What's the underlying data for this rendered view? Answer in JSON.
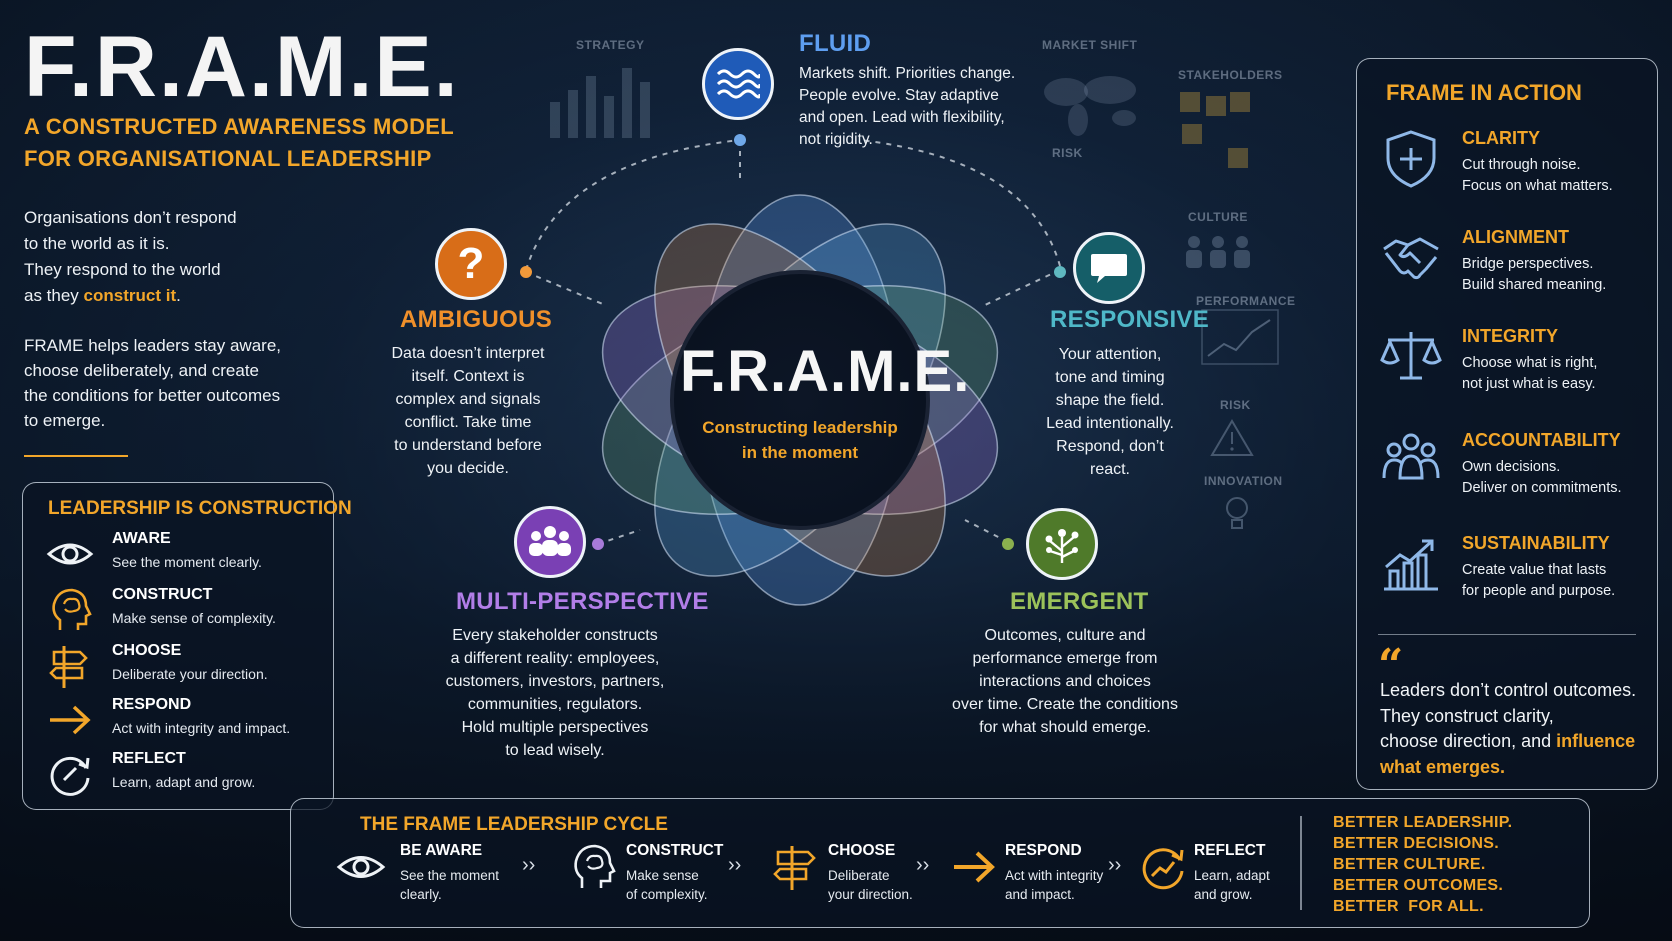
{
  "header": {
    "title": "F.R.A.M.E.",
    "subtitle_line1": "A CONSTRUCTED AWARENESS MODEL",
    "subtitle_line2": "FOR ORGANISATIONAL LEADERSHIP"
  },
  "intro": {
    "line1": "Organisations don’t respond",
    "line2": "to the world as it is.",
    "line3": "They respond to the world",
    "line4_pre": "as they ",
    "line4_highlight": "construct it",
    "line4_post": ".",
    "para2_line1": "FRAME helps leaders stay aware,",
    "para2_line2": "choose deliberately, and create",
    "para2_line3": "the conditions for better outcomes",
    "para2_line4": "to emerge."
  },
  "construction_panel": {
    "title": "LEADERSHIP IS CONSTRUCTION",
    "items": [
      {
        "name": "AWARE",
        "desc": "See the moment clearly.",
        "icon": "eye-icon"
      },
      {
        "name": "CONSTRUCT",
        "desc": "Make sense of complexity.",
        "icon": "brain-head-icon"
      },
      {
        "name": "CHOOSE",
        "desc": "Deliberate your direction.",
        "icon": "signpost-icon"
      },
      {
        "name": "RESPOND",
        "desc": "Act with integrity and impact.",
        "icon": "arrow-right-icon"
      },
      {
        "name": "REFLECT",
        "desc": "Learn, adapt and grow.",
        "icon": "cycle-icon"
      }
    ]
  },
  "background_labels": {
    "strategy": "STRATEGY",
    "market_shift": "MARKET SHIFT",
    "stakeholders": "STAKEHOLDERS",
    "risk1": "RISK",
    "culture": "CULTURE",
    "performance": "PERFORMANCE",
    "risk2": "RISK",
    "innovation": "INNOVATION"
  },
  "center": {
    "title": "F.R.A.M.E.",
    "sub_line1": "Constructing leadership",
    "sub_line2": "in the moment"
  },
  "nodes": {
    "fluid": {
      "title": "FLUID",
      "color": "#2f6fd0",
      "icon": "waves-icon",
      "lines": [
        "Markets shift. Priorities change.",
        "People evolve. Stay adaptive",
        "and open. Lead with flexibility,",
        "not rigidity."
      ]
    },
    "ambiguous": {
      "title": "AMBIGUOUS",
      "color": "#e07a1e",
      "icon": "question-icon",
      "lines": [
        "Data doesn’t interpret",
        "itself. Context is",
        "complex and signals",
        "conflict. Take time",
        "to understand before",
        "you decide."
      ]
    },
    "responsive": {
      "title": "RESPONSIVE",
      "color": "#1e6f7a",
      "icon": "speech-bubble-icon",
      "lines": [
        "Your attention,",
        "tone and timing",
        "shape the field.",
        "Lead intentionally.",
        "Respond, don’t",
        "react."
      ]
    },
    "multi": {
      "title": "MULTI-PERSPECTIVE",
      "color": "#8a4fc0",
      "icon": "people-group-icon",
      "lines": [
        "Every stakeholder constructs",
        "a different reality: employees,",
        "customers, investors, partners,",
        "communities, regulators.",
        "Hold multiple perspectives",
        "to lead wisely."
      ]
    },
    "emergent": {
      "title": "EMERGENT",
      "color": "#5f8a36",
      "icon": "tree-icon",
      "lines": [
        "Outcomes, culture and",
        "performance emerge from",
        "interactions and choices",
        "over time. Create the conditions",
        "for what should emerge."
      ]
    }
  },
  "frame_in_action": {
    "title": "FRAME IN ACTION",
    "items": [
      {
        "name": "CLARITY",
        "desc1": "Cut through noise.",
        "desc2": "Focus on what matters.",
        "icon": "shield-icon"
      },
      {
        "name": "ALIGNMENT",
        "desc1": "Bridge perspectives.",
        "desc2": "Build shared meaning.",
        "icon": "handshake-icon"
      },
      {
        "name": "INTEGRITY",
        "desc1": "Choose what is right,",
        "desc2": "not just what is easy.",
        "icon": "scales-icon"
      },
      {
        "name": "ACCOUNTABILITY",
        "desc1": "Own decisions.",
        "desc2": "Deliver on commitments.",
        "icon": "team-icon"
      },
      {
        "name": "SUSTAINABILITY",
        "desc1": "Create value that lasts",
        "desc2": "for people and purpose.",
        "icon": "growth-chart-icon"
      }
    ],
    "quote_mark": "“",
    "quote_line1": "Leaders don’t control outcomes.",
    "quote_line2": "They construct clarity,",
    "quote_line3_pre": "choose direction, and ",
    "quote_line3_highlight": "influence",
    "quote_line4_highlight": "what emerges."
  },
  "cycle": {
    "title": "THE FRAME LEADERSHIP CYCLE",
    "steps": [
      {
        "name": "BE AWARE",
        "desc1": "See the moment",
        "desc2": "clearly.",
        "icon": "eye-icon"
      },
      {
        "name": "CONSTRUCT",
        "desc1": "Make sense",
        "desc2": "of complexity.",
        "icon": "brain-head-icon"
      },
      {
        "name": "CHOOSE",
        "desc1": "Deliberate",
        "desc2": "your direction.",
        "icon": "signpost-icon"
      },
      {
        "name": "RESPOND",
        "desc1": "Act with integrity",
        "desc2": "and impact.",
        "icon": "arrow-right-icon"
      },
      {
        "name": "REFLECT",
        "desc1": "Learn, adapt",
        "desc2": "and grow.",
        "icon": "growth-cycle-icon"
      }
    ],
    "arrow": "››",
    "better": [
      "BETTER LEADERSHIP.",
      "BETTER DECISIONS.",
      "BETTER CULTURE.",
      "BETTER OUTCOMES.",
      "BETTER  FOR ALL."
    ]
  },
  "colors": {
    "accent": "#f2a62a",
    "background": "#13263f"
  }
}
